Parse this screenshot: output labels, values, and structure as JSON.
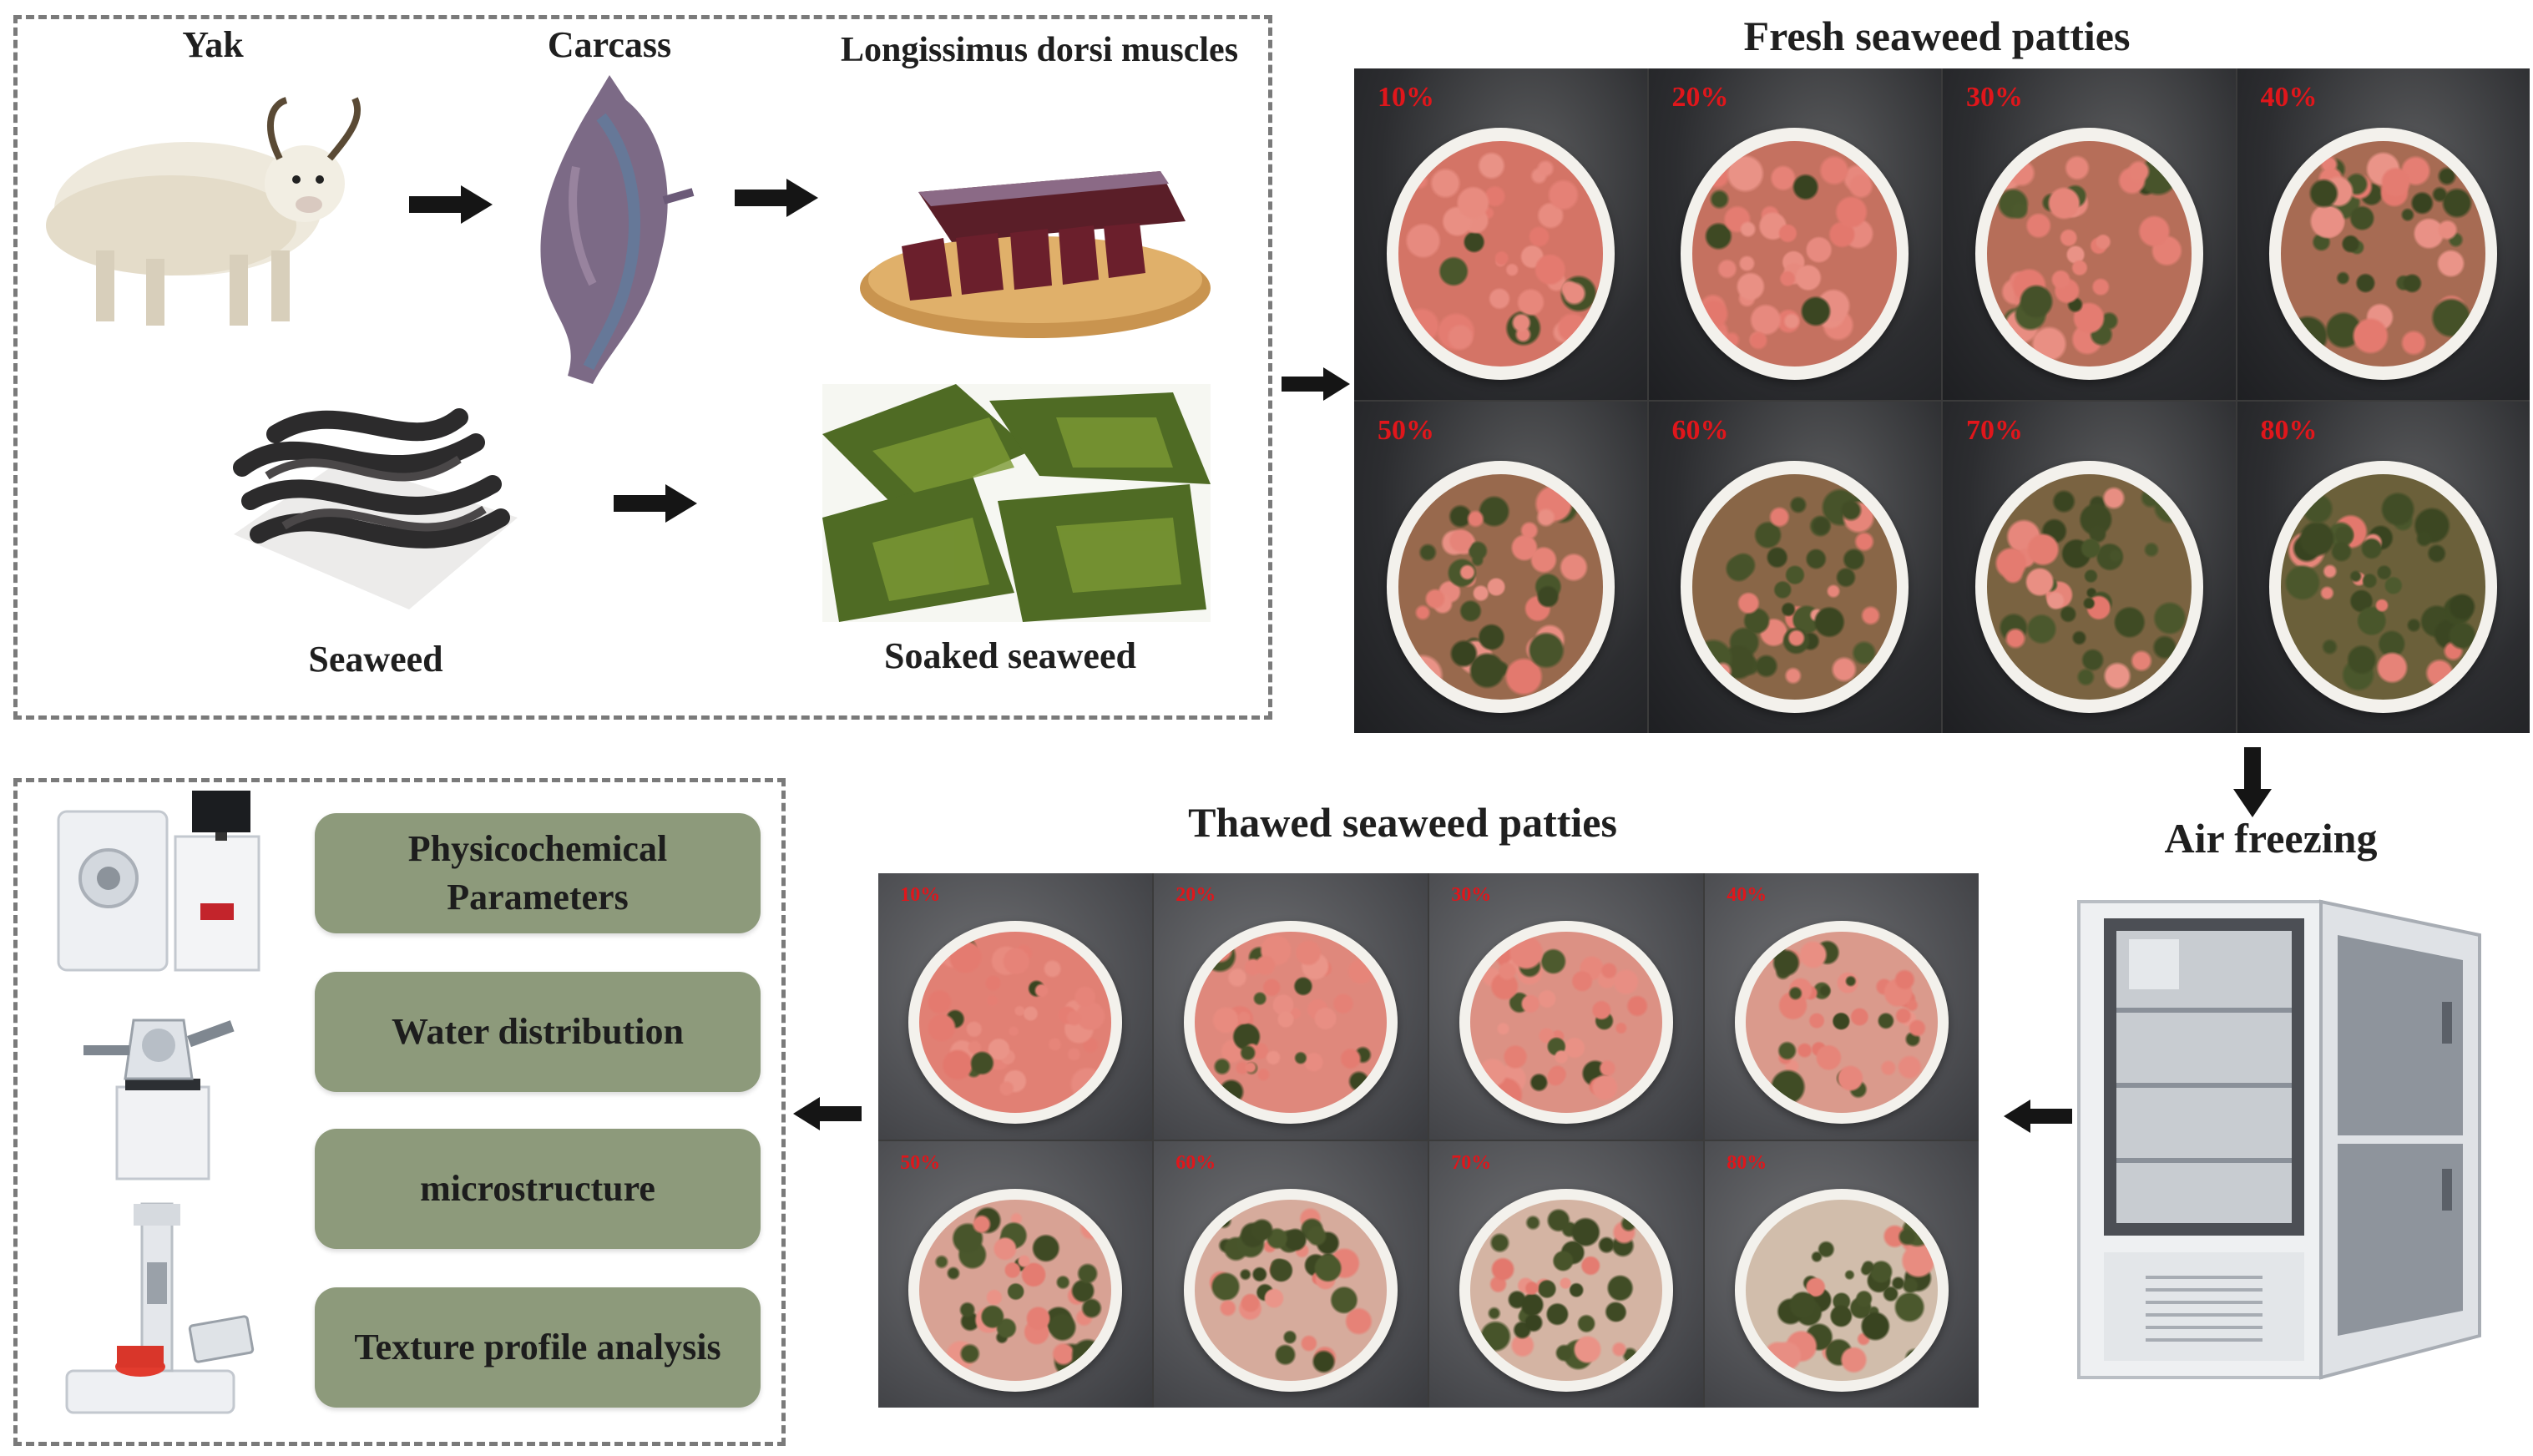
{
  "top_panel": {
    "yak_label": "Yak",
    "carcass_label": "Carcass",
    "muscle_label": "Longissimus dorsi muscles",
    "seaweed_label": "Seaweed",
    "soaked_label": "Soaked seaweed"
  },
  "fresh": {
    "title": "Fresh seaweed patties",
    "cells": [
      {
        "label": "10%",
        "seaweed": 0.1
      },
      {
        "label": "20%",
        "seaweed": 0.2
      },
      {
        "label": "30%",
        "seaweed": 0.3
      },
      {
        "label": "40%",
        "seaweed": 0.4
      },
      {
        "label": "50%",
        "seaweed": 0.5
      },
      {
        "label": "60%",
        "seaweed": 0.6
      },
      {
        "label": "70%",
        "seaweed": 0.7
      },
      {
        "label": "80%",
        "seaweed": 0.8
      }
    ]
  },
  "freezing": {
    "label": "Air freezing"
  },
  "thawed": {
    "title": "Thawed seaweed patties",
    "cells": [
      {
        "label": "10%",
        "seaweed": 0.1
      },
      {
        "label": "20%",
        "seaweed": 0.2
      },
      {
        "label": "30%",
        "seaweed": 0.3
      },
      {
        "label": "40%",
        "seaweed": 0.4
      },
      {
        "label": "50%",
        "seaweed": 0.5
      },
      {
        "label": "60%",
        "seaweed": 0.6
      },
      {
        "label": "70%",
        "seaweed": 0.7
      },
      {
        "label": "80%",
        "seaweed": 0.8
      }
    ]
  },
  "analyses": {
    "physicochemical_line1": "Physicochemical",
    "physicochemical_line2": "Parameters",
    "water": "Water distribution",
    "microstructure": "microstructure",
    "texture": "Texture profile analysis"
  },
  "colors": {
    "box_fill": "#8d9a7b",
    "percent_label": "#e0161b",
    "meat": "#e3776c",
    "seaweed_dark": "#4d5a2e"
  }
}
